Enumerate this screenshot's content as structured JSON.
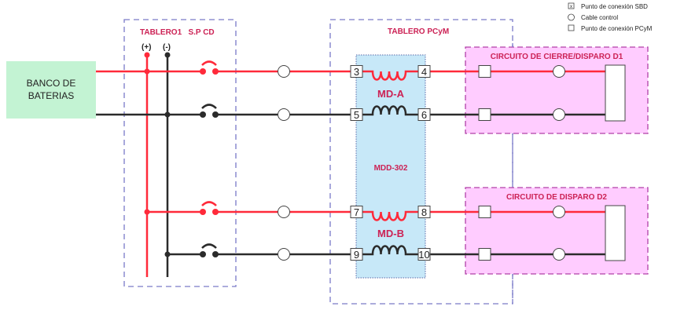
{
  "colors": {
    "positive_wire": "#ff2a3a",
    "negative_wire": "#2b2b2b",
    "label_red": "#cc2255",
    "battery_fill": "#c3f3d3",
    "mdd_fill": "#c7e8f8",
    "circuit_fill": "#ffccff",
    "panel_border": "#7a7ac8",
    "circuit_border": "#b040a8"
  },
  "legend": {
    "items": [
      {
        "icon": "x-box-icon",
        "label": "Punto de conexión SBD"
      },
      {
        "icon": "circle-icon",
        "label": "Cable control"
      },
      {
        "icon": "square-icon",
        "label": "Punto de conexión PCyM"
      }
    ]
  },
  "battery": {
    "line1": "BANCO DE",
    "line2": "BATERIAS"
  },
  "tablero1": {
    "title": "TABLERO1   S.P CD",
    "positive_label": "(+)",
    "negative_label": "(-)"
  },
  "tablero_pcym": {
    "title": "TABLERO PCyM"
  },
  "mdd": {
    "label": "MDD-302",
    "coil_a": "MD-A",
    "coil_b": "MD-B",
    "terminals": [
      "3",
      "4",
      "5",
      "6",
      "7",
      "8",
      "9",
      "10"
    ]
  },
  "circuit_d1": {
    "title": "CIRCUITO DE CIERRE/DISPARO D1"
  },
  "circuit_d2": {
    "title": "CIRCUITO DE DISPARO D2"
  }
}
